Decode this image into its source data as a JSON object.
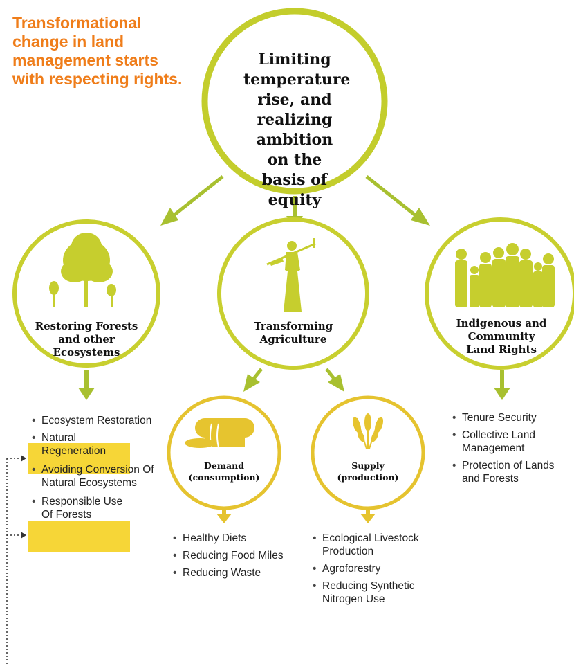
{
  "headline": "Transformational change in land management starts with respecting rights.",
  "colors": {
    "headline": "#ef7d1a",
    "lime": "#c8cf2f",
    "lime_dark": "#a9b82c",
    "arrow": "#a8c030",
    "gold": "#e5c32f",
    "highlight": "#f6d637"
  },
  "top_circle": {
    "title": "Limiting temperature rise, and realizing ambition on the basis of equity"
  },
  "pillars": [
    {
      "title": "Restoring Forests and other Ecosystems",
      "icon": "tree-silhouette",
      "items": [
        {
          "text": "Ecosystem Restoration",
          "highlight": false
        },
        {
          "text": "Natural Regeneration",
          "highlight": true
        },
        {
          "text": "Avoiding Conversion Of Natural Ecosystems",
          "highlight": false
        },
        {
          "text": "Responsible Use Of Forests",
          "highlight": true
        }
      ]
    },
    {
      "title": "Transforming Agriculture",
      "icon": "farmer-silhouette"
    },
    {
      "title": "Indigenous and Community Land Rights",
      "icon": "community-silhouette",
      "items": [
        {
          "text": "Tenure Security"
        },
        {
          "text": "Collective Land Management"
        },
        {
          "text": "Protection of Lands and Forests"
        }
      ]
    }
  ],
  "sub_circles": [
    {
      "title": "Demand (consumption)",
      "icon": "bread-icon",
      "items": [
        {
          "text": "Healthy Diets"
        },
        {
          "text": "Reducing Food Miles"
        },
        {
          "text": "Reducing Waste"
        }
      ]
    },
    {
      "title": "Supply (production)",
      "icon": "wheat-icon",
      "items": [
        {
          "text": "Ecological Livestock Production"
        },
        {
          "text": "Agroforestry"
        },
        {
          "text": "Reducing Synthetic Nitrogen Use"
        }
      ]
    }
  ]
}
